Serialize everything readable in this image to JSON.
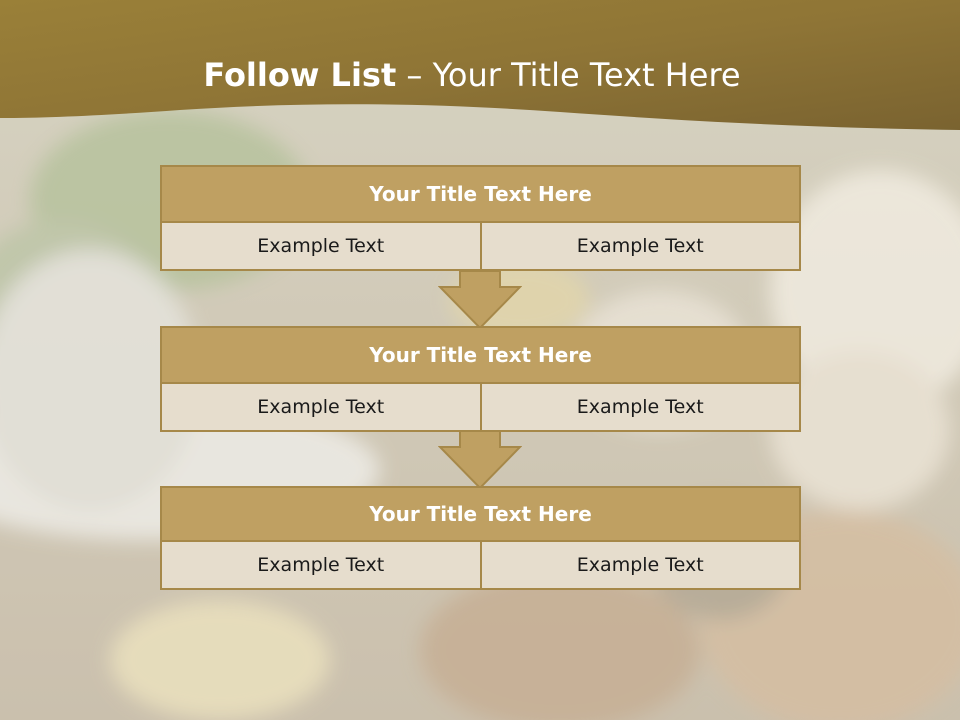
{
  "slide": {
    "title_bold": "Follow List",
    "title_rest": " – Your Title Text Here"
  },
  "blocks": [
    {
      "title": "Your Title Text Here",
      "cells": [
        "Example Text",
        "Example Text"
      ]
    },
    {
      "title": "Your Title Text Here",
      "cells": [
        "Example Text",
        "Example Text"
      ]
    },
    {
      "title": "Your Title Text Here",
      "cells": [
        "Example Text",
        "Example Text"
      ]
    }
  ],
  "colors": {
    "header_band": "#8a7233",
    "block_title": "#bfa062",
    "block_border": "#a68849",
    "cell_fill": "#e6ddcd",
    "arrow_fill": "#bfa062"
  }
}
